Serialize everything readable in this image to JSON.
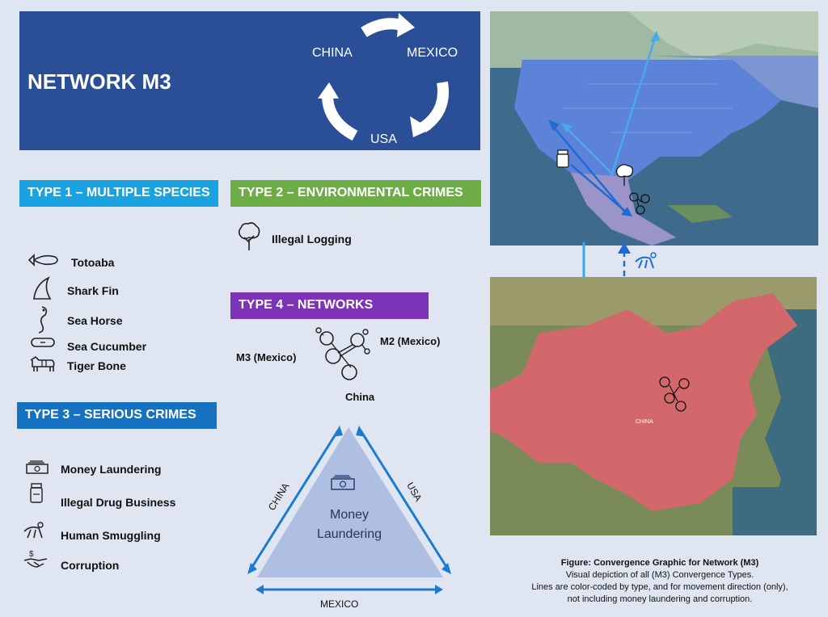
{
  "title": "NETWORK M3",
  "cycle": {
    "china": "CHINA",
    "mexico": "MEXICO",
    "usa": "USA"
  },
  "type1": {
    "label": "TYPE 1 – MULTIPLE SPECIES",
    "color": "#1aa3e0",
    "items": [
      "Totoaba",
      "Shark Fin",
      "Sea Horse",
      "Sea Cucumber",
      "Tiger Bone"
    ]
  },
  "type2": {
    "label": "TYPE 2 – ENVIRONMENTAL CRIMES",
    "color": "#6cad46",
    "items": [
      "Illegal Logging"
    ]
  },
  "type3": {
    "label": "TYPE 3 – SERIOUS CRIMES",
    "color": "#1771c1",
    "items": [
      "Money Laundering",
      "Illegal Drug Business",
      "Human Smuggling",
      "Corruption"
    ]
  },
  "type4": {
    "label": "TYPE 4 – NETWORKS",
    "color": "#7d33b7",
    "m3": "M3 (Mexico)",
    "m2": "M2 (Mexico)",
    "china": "China"
  },
  "triangle": {
    "center_line1": "Money",
    "center_line2": "Laundering",
    "left": "CHINA",
    "right": "USA",
    "bottom": "MEXICO"
  },
  "maps": {
    "na_label": "",
    "china_label": "CHINA"
  },
  "caption": {
    "line1": "Figure: Convergence Graphic for Network (M3)",
    "line2": "Visual depiction of all (M3) Convergence Types.",
    "line3": "Lines are color-coded by type, and for movement direction (only),",
    "line4": "not including money laundering and corruption."
  },
  "colors": {
    "title_bg": "#2a4f97",
    "page_bg": "#dfe6f1",
    "line_blue": "#2f8ee0",
    "china_fill": "#d2686c"
  }
}
